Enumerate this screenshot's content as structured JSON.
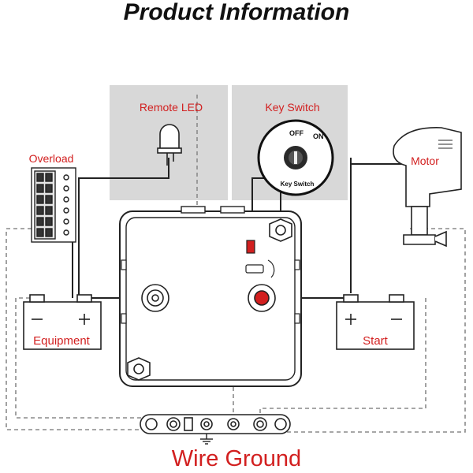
{
  "title": "Product Information",
  "footer_label": "Wire Ground",
  "labels": {
    "remote_led": "Remote LED",
    "key_switch": "Key Switch",
    "overload": "Overload",
    "motor": "Motor",
    "equipment": "Equipment",
    "start": "Start",
    "switch_off": "OFF",
    "switch_on": "ON",
    "switch_caption": "Key Switch"
  },
  "colors": {
    "label_red": "#d21f1f",
    "panel_gray": "#d8d8d8",
    "line_dark": "#222222",
    "dash_gray": "#8a8a8a"
  }
}
